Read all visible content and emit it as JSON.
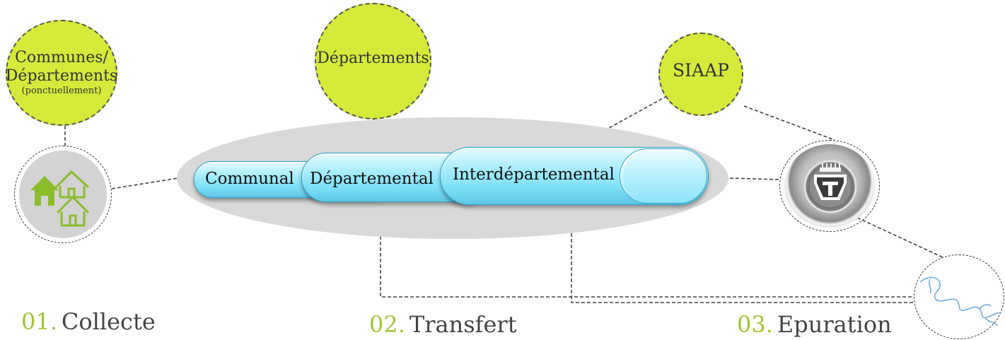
{
  "bubbles": {
    "communes": {
      "line1": "Communes/",
      "line2": "Départements",
      "line3": "(ponctuellement)"
    },
    "departements": {
      "label": "Départements"
    },
    "siaap": {
      "label": "SIAAP"
    }
  },
  "pipes": {
    "communal": "Communal",
    "departemental": "Départemental",
    "interdepartemental": "Interdépartemental"
  },
  "steps": [
    {
      "num": "01.",
      "label": "Collecte"
    },
    {
      "num": "02.",
      "label": "Transfert"
    },
    {
      "num": "03.",
      "label": "Epuration"
    }
  ],
  "icons": {
    "houses": "houses-icon",
    "treatment_plant": "treatment-plant-icon",
    "river": "river-map-icon"
  },
  "colors": {
    "bubble_fill": "#d6ea3a",
    "step_number": "#a2c534",
    "pipe_fill": "#7fe0f7",
    "house_green": "#8bbd2b"
  }
}
